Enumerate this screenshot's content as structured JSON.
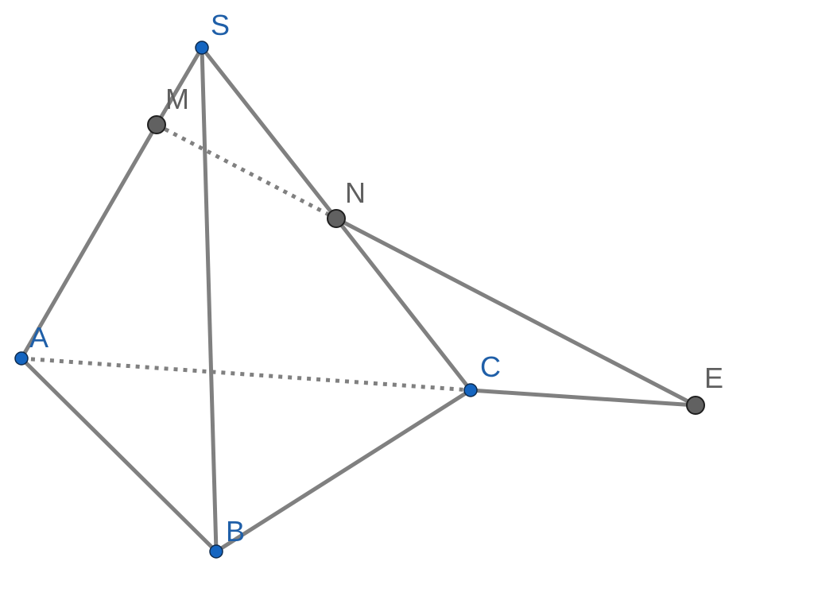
{
  "points": {
    "S": {
      "label": "S",
      "kind": "vertex"
    },
    "M": {
      "label": "M",
      "kind": "constructed"
    },
    "N": {
      "label": "N",
      "kind": "constructed"
    },
    "A": {
      "label": "A",
      "kind": "vertex"
    },
    "B": {
      "label": "B",
      "kind": "vertex"
    },
    "C": {
      "label": "C",
      "kind": "vertex"
    },
    "E": {
      "label": "E",
      "kind": "constructed"
    }
  },
  "segments": [
    {
      "from": "S",
      "to": "M",
      "style": "solid"
    },
    {
      "from": "M",
      "to": "A",
      "style": "solid"
    },
    {
      "from": "S",
      "to": "N",
      "style": "solid"
    },
    {
      "from": "N",
      "to": "C",
      "style": "solid"
    },
    {
      "from": "S",
      "to": "B",
      "style": "solid"
    },
    {
      "from": "A",
      "to": "B",
      "style": "solid"
    },
    {
      "from": "B",
      "to": "C",
      "style": "solid"
    },
    {
      "from": "C",
      "to": "E",
      "style": "solid"
    },
    {
      "from": "N",
      "to": "E",
      "style": "solid"
    },
    {
      "from": "A",
      "to": "C",
      "style": "hidden"
    },
    {
      "from": "M",
      "to": "N",
      "style": "hidden"
    }
  ],
  "colors": {
    "vertex_point": "#1565c0",
    "vertex_label": "#1f5fa8",
    "constructed_point": "#616161",
    "constructed_label": "#5f5f5f",
    "edge": "#808080"
  }
}
